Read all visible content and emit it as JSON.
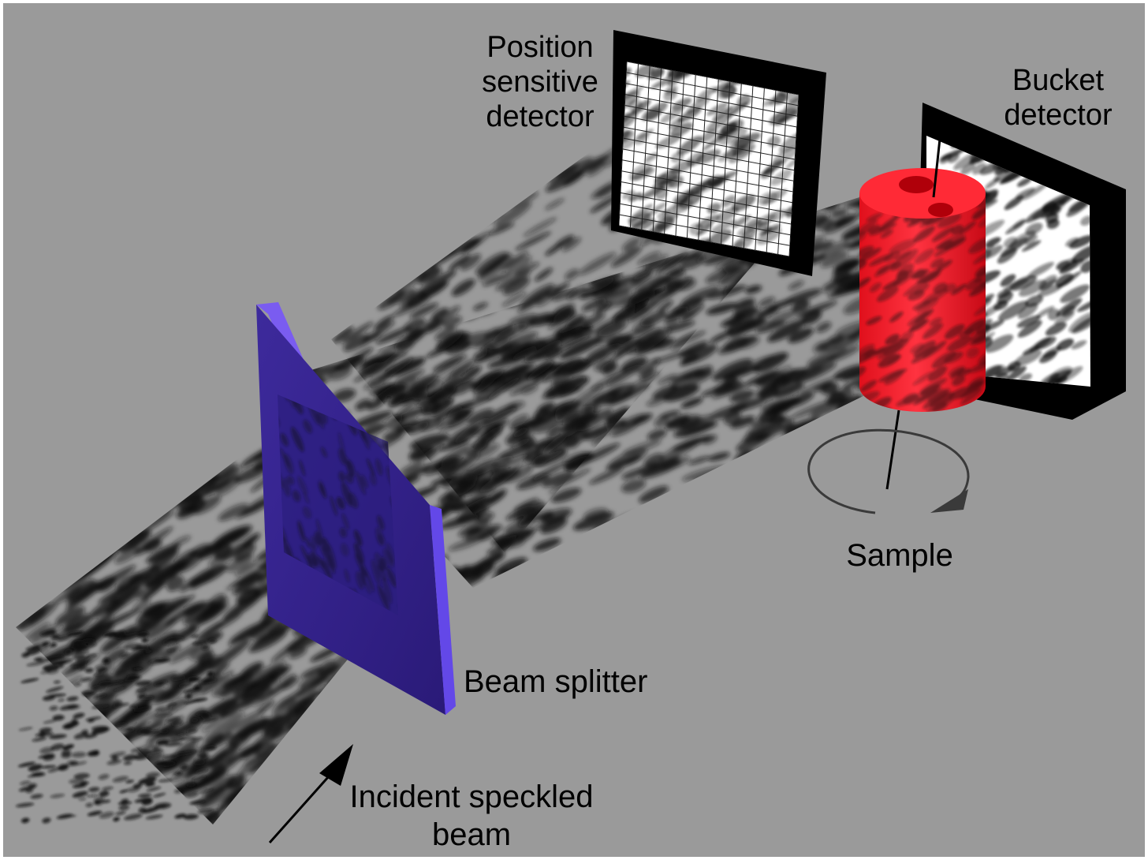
{
  "figure": {
    "labels": {
      "position_detector": [
        "Position",
        "sensitive",
        "detector"
      ],
      "bucket_detector": [
        "Bucket",
        "detector"
      ],
      "sample": "Sample",
      "beam_splitter": "Beam splitter",
      "incident_beam": [
        "Incident speckled",
        "beam"
      ]
    },
    "colors": {
      "background": "#9a9a9a",
      "border": "#ffffff",
      "beam_splitter": "#4a2fb0",
      "beam_splitter_edge": "#7a5cf0",
      "sample": "#ff1a2a",
      "detector_frame": "#000000",
      "detector_screen": "#ffffff",
      "speckle": "#111111"
    }
  }
}
